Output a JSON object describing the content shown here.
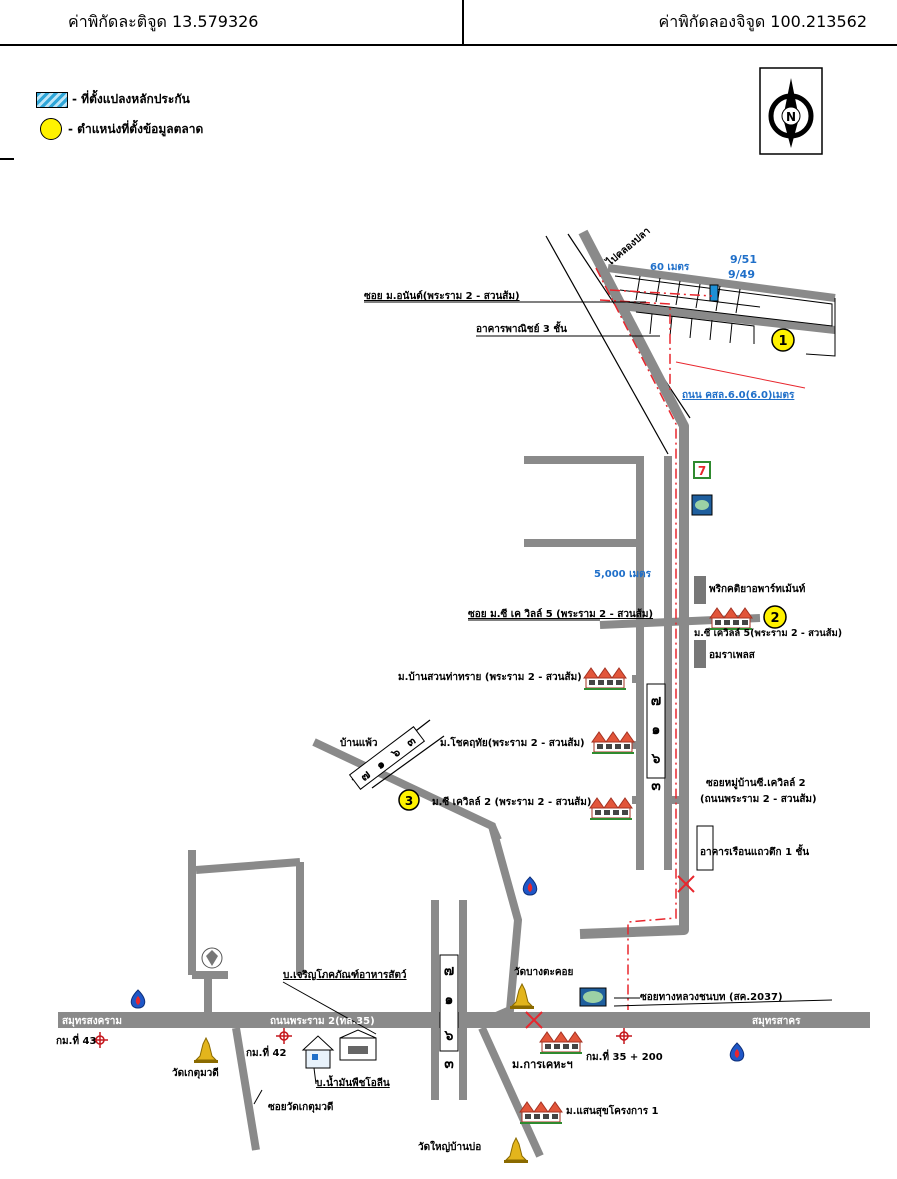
{
  "header": {
    "latitude": "ค่าพิกัดละติจูด 13.579326",
    "longitude": "ค่าพิกัดลองจิจูด 100.213562"
  },
  "legend": {
    "parcel": "- ที่ตั้งแปลงหลักประกัน",
    "market": "- ตำแหน่งที่ตั้งข้อมูลตลาด"
  },
  "compass": {
    "letter": "N"
  },
  "labels": {
    "road_pakbangpla": "ไปคลองปลา",
    "soi_anan": "ซอย ม.อนันต์(พระราม 2 - สวนส้ม)",
    "shophouse": "อาคารพาณิชย์ 3 ชั้น",
    "dist_60": "60 เมตร",
    "plot_951": "9/51",
    "plot_949": "9/49",
    "road_width": "ถนน คสล.6.0(6.0)เมตร",
    "dist_5000": "5,000 เมตร",
    "apartment": "พริกคติยาอพาร์ทเม้นท์",
    "soi_cvillage5": "ซอย ม.ซี เค วิลล์ 5 (พระราม 2 - สวนส้ม)",
    "cvillage5": "ม.ซี เควิลล์ 5(พระราม 2 - สวนส้ม)",
    "amaraplace": "อมราเพลส",
    "ban_suan": "ม.บ้านสวนท่าทราย (พระราม 2 - สวนส้ม)",
    "ban_phae": "บ้านแพ้ว",
    "chokchai": "ม.โชคฤทัย(พระราม 2 - สวนส้ม)",
    "cvillage2_l": "ม.ซี เควิลล์ 2 (พระราม 2 - สวนส้ม)",
    "soi_cvillage2": "ซอยหมู่บ้านซี.เควิลล์ 2",
    "soi_cvillage2_sub": "(ถนนพระราม 2 - สวนส้ม)",
    "row_building": "อาคารเรือนแถวตึก 1 ชั้น",
    "wat_bangtakhoi": "วัดบางตะคอย",
    "charoen_pokphand": "บ.เจริญโภคภัณฑ์อาหารสัตว์",
    "soi_highway": "ซอยทางหลวงชนบท (สค.2037)",
    "samut_songkhram": "สมุทรสงคราม",
    "rama2": "ถนนพระราม 2(ทล.35)",
    "samut_sakhon": "สมุทรสาคร",
    "km43": "กม.ที่ 43",
    "km42": "กม.ที่ 42",
    "wat_ketmuk": "วัดเกตุมวดี",
    "oil_company": "บ.น้ำมันพืชโอลีน",
    "karnkeha": "ม.การเคหะฯ",
    "km35": "กม.ที่ 35 + 200",
    "soi_wat_ketmuk": "ซอยวัดเกตุมวดี",
    "saen_suk": "ม.แสนสุขโครงการ 1",
    "wat_yai": "วัดใหญ่บ้านบ่อ"
  },
  "markers": {
    "m1": "1",
    "m2": "2",
    "m3": "3"
  },
  "seven_eleven": "7",
  "road_signs": {
    "s1": "๗",
    "s2": "๑",
    "s3": "๖",
    "s4": "๓",
    "b1": "๗",
    "b2": "๑",
    "b3": "๖",
    "b4": "๓",
    "r1": "๗",
    "r2": "๑",
    "r3": "๖",
    "r4": "๓"
  },
  "colors": {
    "road": "#8a8a8a",
    "route": "#e8262d",
    "parcel": "#1e90d6",
    "marker": "#fff200",
    "dist_text": "#1f6fc9"
  }
}
